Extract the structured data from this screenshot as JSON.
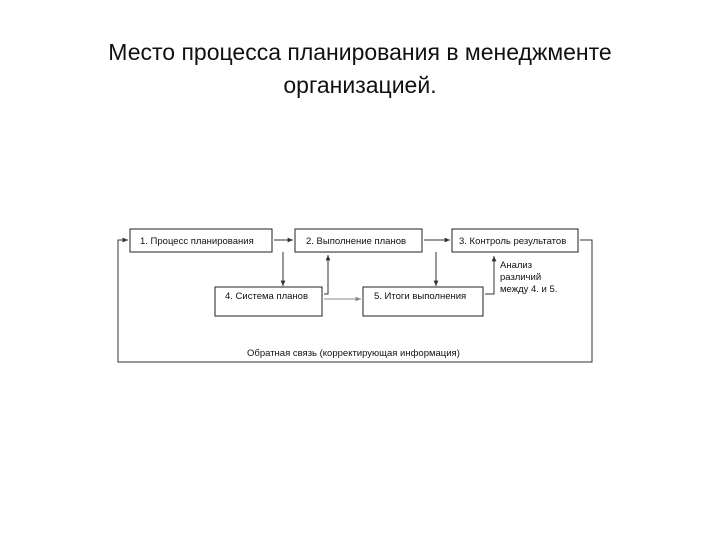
{
  "title": {
    "line1": "Место процесса планирования в менеджменте",
    "line2": "организацией."
  },
  "diagram": {
    "boxes": {
      "planning": "1. Процесс планирования",
      "execution": "2. Выполнение планов",
      "control": "3. Контроль результатов",
      "system": "4. Система планов",
      "results": "5. Итоги выполнения"
    },
    "analysis": [
      "Анализ",
      "различий",
      "между 4. и 5."
    ],
    "feedback": "Обратная связь (корректирующая информация)"
  }
}
